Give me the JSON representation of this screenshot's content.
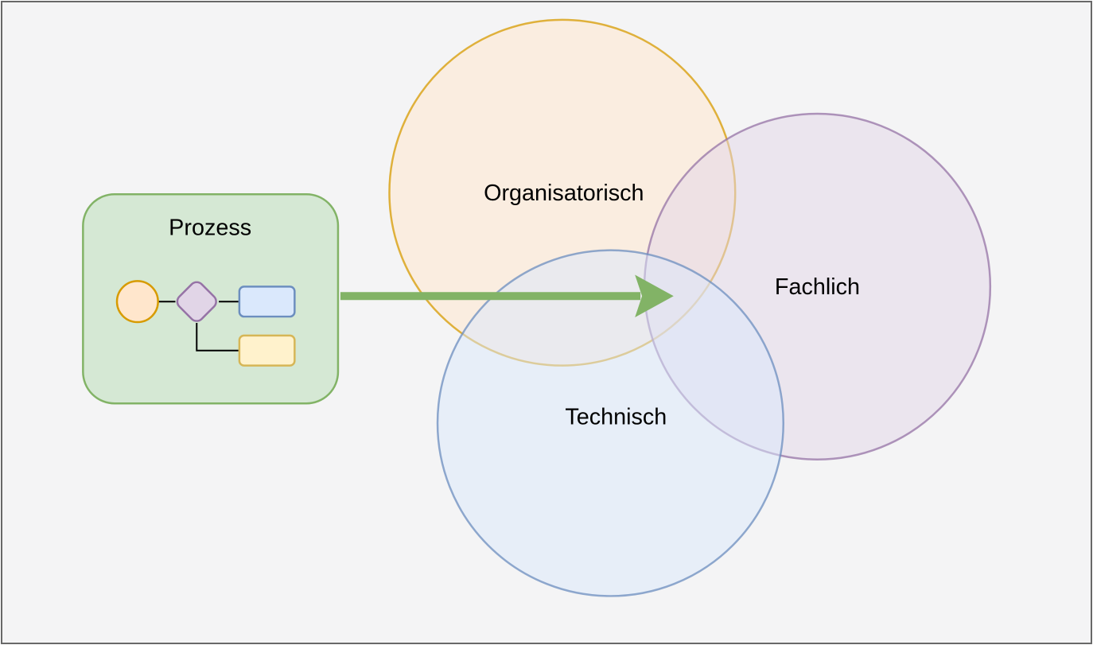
{
  "canvas": {
    "background_color": "#f4f4f5",
    "frame_border_color": "#686868"
  },
  "process_box": {
    "label": "Prozess",
    "fill": "#d5e8d4",
    "stroke": "#82b366",
    "mini_flow": {
      "start_event": {
        "shape": "circle",
        "fill": "#ffe6cc",
        "stroke": "#d79b00"
      },
      "gateway": {
        "shape": "diamond",
        "fill": "#e1d5e7",
        "stroke": "#9673a6"
      },
      "task_top": {
        "shape": "rounded-rect",
        "fill": "#dae8fc",
        "stroke": "#6c8ebf"
      },
      "task_bottom": {
        "shape": "rounded-rect",
        "fill": "#fff2cc",
        "stroke": "#d6b656"
      },
      "connector_color": "#000000"
    }
  },
  "arrow": {
    "color": "#82b366",
    "direction": "right",
    "from": "process_box",
    "to": "venn_intersection"
  },
  "venn": {
    "fill_opacity": 0.5,
    "circles": [
      {
        "id": "organisatorisch",
        "label": "Organisatorisch",
        "fill": "#ffe6cc",
        "stroke": "#d79b00"
      },
      {
        "id": "fachlich",
        "label": "Fachlich",
        "fill": "#e1d5e7",
        "stroke": "#9673a6"
      },
      {
        "id": "technisch",
        "label": "Technisch",
        "fill": "#dae8fc",
        "stroke": "#6c8ebf"
      }
    ]
  }
}
